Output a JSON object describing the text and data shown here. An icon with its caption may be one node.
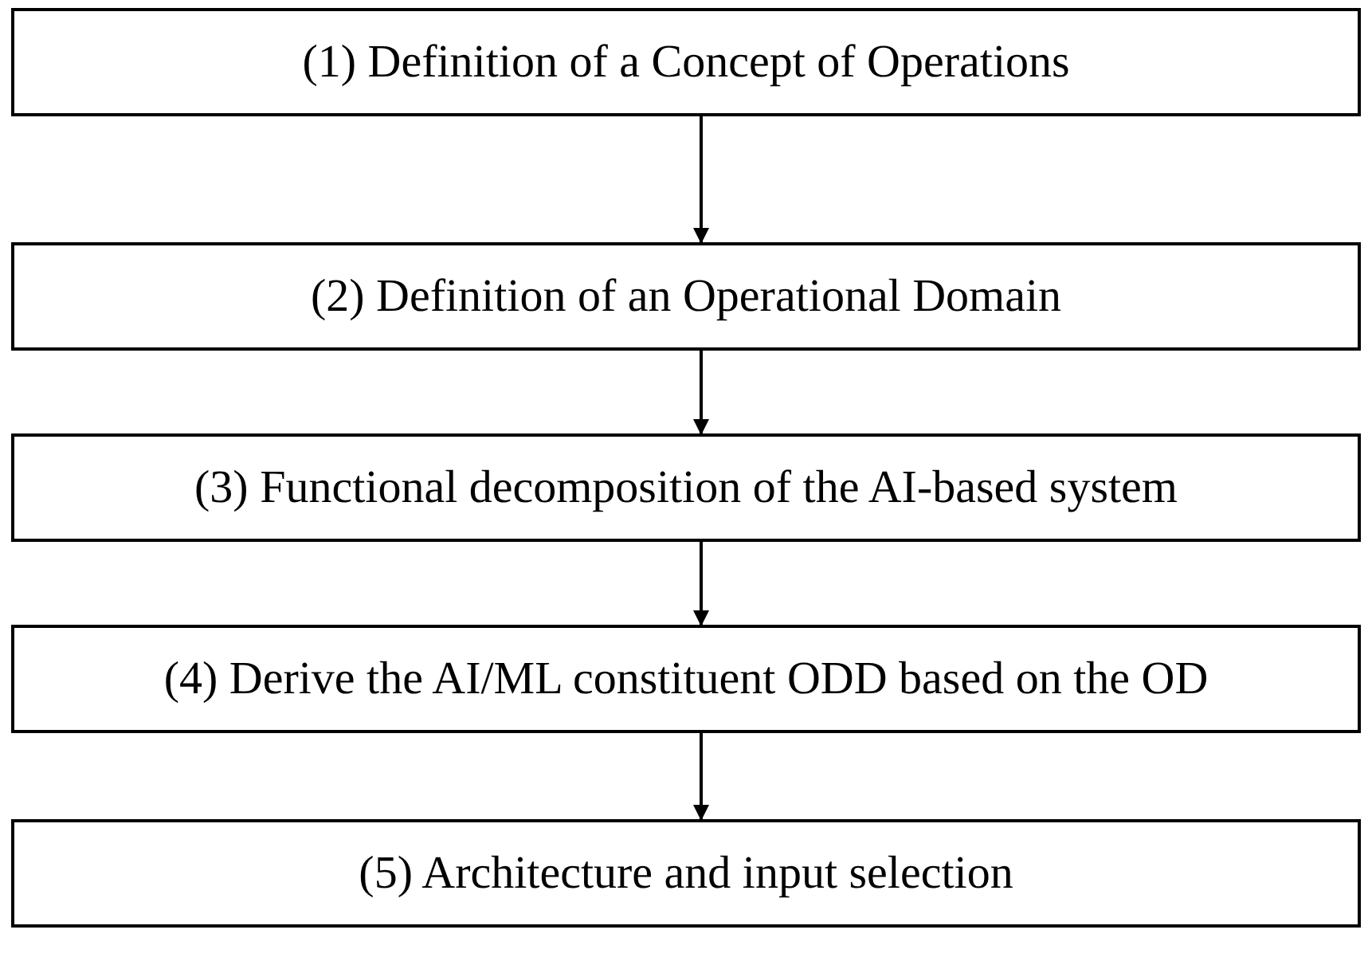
{
  "diagram": {
    "nodes": [
      {
        "text": [
          "(1) Definition of a Concept of Operations"
        ]
      },
      {
        "text": [
          "(2) Definition of an Operational Domain"
        ]
      },
      {
        "text": [
          "(3) Functional decomposition of the AI-based system"
        ]
      },
      {
        "text": [
          "(4) Derive the AI/ML constituent ODD based on the OD"
        ]
      },
      {
        "text": [
          "(5) Architecture and input selection"
        ]
      }
    ],
    "edges": [
      {
        "from": 0,
        "to": 1,
        "arrow": "to"
      },
      {
        "from": 1,
        "to": 2,
        "arrow": "to"
      },
      {
        "from": 2,
        "to": 3,
        "arrow": "to"
      },
      {
        "from": 3,
        "to": 4,
        "arrow": "to"
      }
    ]
  }
}
